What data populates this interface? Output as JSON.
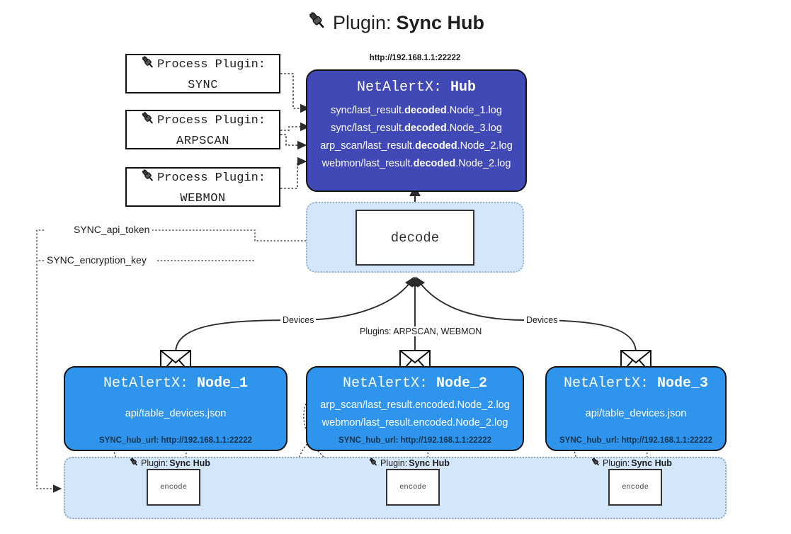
{
  "title": {
    "icon": "plug-icon",
    "prefix": "Plugin:",
    "name": "Sync Hub"
  },
  "process_plugins": [
    {
      "icon": "plug-icon",
      "line1": "Process Plugin:",
      "line2": "SYNC"
    },
    {
      "icon": "plug-icon",
      "line1": "Process Plugin:",
      "line2": "ARPSCAN"
    },
    {
      "icon": "plug-icon",
      "line1": "Process Plugin:",
      "line2": "WEBMON"
    }
  ],
  "hub": {
    "url": "http://192.168.1.1:22222",
    "title_prefix": "NetAlertX:",
    "title_name": "Hub",
    "logs": [
      {
        "pre": "sync/last_result.",
        "mid": "decoded",
        "post": ".Node_1.log"
      },
      {
        "pre": "sync/last_result.",
        "mid": "decoded",
        "post": ".Node_3.log"
      },
      {
        "pre": "arp_scan/last_result.",
        "mid": "decoded",
        "post": ".Node_2.log"
      },
      {
        "pre": "webmon/last_result.",
        "mid": "decoded",
        "post": ".Node_2.log"
      }
    ]
  },
  "decode": {
    "label": "decode"
  },
  "secrets": [
    {
      "label": "SYNC_api_token"
    },
    {
      "label": "SYNC_encryption_key"
    }
  ],
  "edge_labels": {
    "devices_left": "Devices",
    "plugins_center": "Plugins: ARPSCAN, WEBMON",
    "devices_right": "Devices"
  },
  "nodes": [
    {
      "icon": "envelope-icon",
      "title_prefix": "NetAlertX:",
      "title_name": "Node_1",
      "lines": [
        "api/table_devices.json"
      ],
      "footer": "SYNC_hub_url: http://192.168.1.1:22222"
    },
    {
      "icon": "envelope-icon",
      "title_prefix": "NetAlertX:",
      "title_name": "Node_2",
      "lines": [
        "arp_scan/last_result.encoded.Node_2.log",
        "webmon/last_result.encoded.Node_2.log"
      ],
      "footer": "SYNC_hub_url: http://192.168.1.1:22222"
    },
    {
      "icon": "envelope-icon",
      "title_prefix": "NetAlertX:",
      "title_name": "Node_3",
      "lines": [
        "api/table_devices.json"
      ],
      "footer": "SYNC_hub_url: http://192.168.1.1:22222"
    }
  ],
  "encoders": [
    {
      "icon": "plug-icon",
      "prefix": "Plugin:",
      "name": "Sync Hub",
      "box_label": "encode"
    },
    {
      "icon": "plug-icon",
      "prefix": "Plugin:",
      "name": "Sync Hub",
      "box_label": "encode"
    },
    {
      "icon": "plug-icon",
      "prefix": "Plugin:",
      "name": "Sync Hub",
      "box_label": "encode"
    }
  ],
  "colors": {
    "hub": "#4049b5",
    "node": "#2f94ec",
    "band": "#d4e6fa",
    "stroke": "#141414",
    "background": "#ffffff"
  }
}
